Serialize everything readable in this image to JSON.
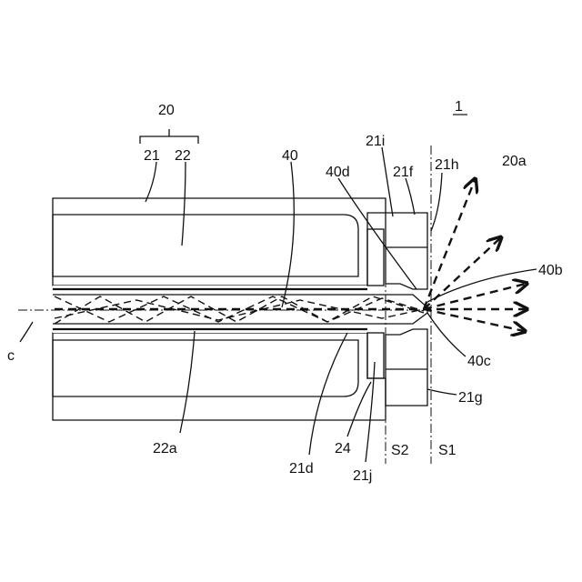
{
  "figure_number": "1",
  "labels": {
    "l20": "20",
    "l21": "21",
    "l22": "22",
    "l40": "40",
    "l21i": "21i",
    "l21f": "21f",
    "l21h": "21h",
    "l20a": "20a",
    "l40d": "40d",
    "l40b": "40b",
    "l40c": "40c",
    "l21g": "21g",
    "lc": "c",
    "l22a": "22a",
    "l21d": "21d",
    "l24": "24",
    "l21j": "21j",
    "lS2": "S2",
    "lS1": "S1"
  },
  "colors": {
    "line": "#111111",
    "stipple": "#cfcfcf",
    "hatch": "#9a9a9a"
  }
}
